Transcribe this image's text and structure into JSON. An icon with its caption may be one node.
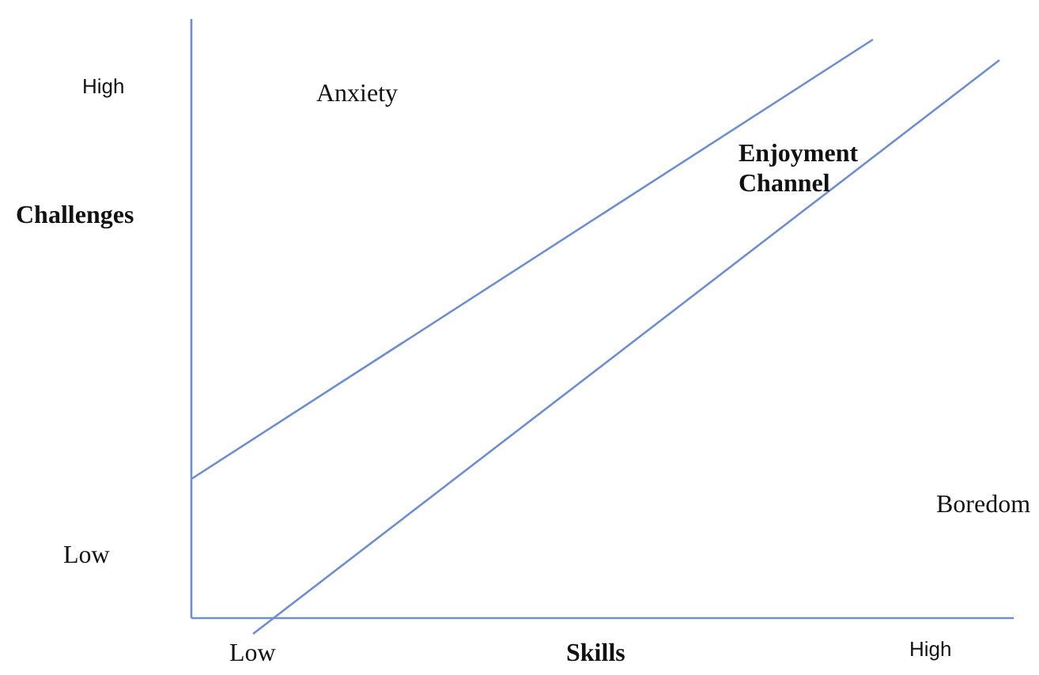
{
  "diagram": {
    "labels": [
      "High",
      "Anxiety",
      "Enjoyment Channel",
      "Challenges",
      "Boredom",
      "Low",
      "Low",
      "Skills",
      "High"
    ]
  }
}
